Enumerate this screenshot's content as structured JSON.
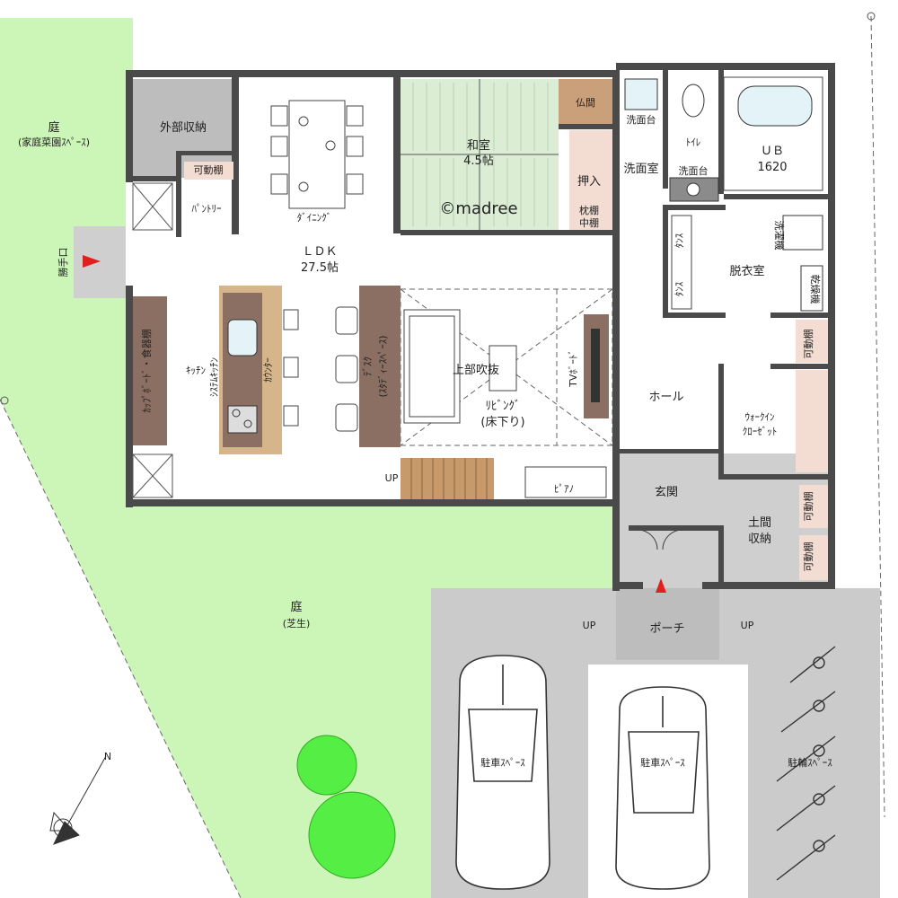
{
  "watermark": "©madree",
  "rooms": {
    "garden_top": "庭",
    "garden_top_sub": "(家庭菜園ｽﾍﾟｰｽ)",
    "outdoor_storage": "外部収納",
    "movable_shelf": "可動棚",
    "pantry": "ﾊﾟﾝﾄﾘｰ",
    "back_door": "勝手口",
    "dining": "ﾀﾞｲﾆﾝｸﾞ",
    "ldk": "ＬＤＫ",
    "ldk_size": "27.5帖",
    "washitsu": "和室",
    "washitsu_size": "4.5帖",
    "butsuma": "仏間",
    "oshiire": "押入",
    "makura_dana": "枕棚",
    "chuu_dana": "中棚",
    "washroom": "洗面室",
    "wash_basin": "洗面台",
    "wash_basin2": "洗面台",
    "toilet": "ﾄｲﾚ",
    "ub": "ＵＢ",
    "ub_size": "1620",
    "washer": "洗濯機",
    "dryer": "乾燥機",
    "tansu": "ﾀﾝｽ",
    "dressing": "脱衣室",
    "cupboard": "ｶｯﾌﾟﾎﾞｰﾄﾞ・食器棚",
    "kitchen": "ｷｯﾁﾝ",
    "system_kitchen": "ｼｽﾃﾑｷｯﾁﾝ",
    "counter": "ｶｳﾝﾀｰ",
    "desk": "ﾃﾞｽｸ",
    "study_space": "(ｽﾀﾃﾞｨｰｽﾍﾟｰｽ)",
    "atrium": "上部吹抜",
    "living": "ﾘﾋﾞﾝｸﾞ",
    "living_note": "(床下り)",
    "tv_board": "TVﾎﾞｰﾄﾞ",
    "piano": "ﾋﾟｱﾉ",
    "up": "UP",
    "hall": "ホール",
    "wic_1": "ｳｫｰｸｲﾝ",
    "wic_2": "ｸﾛｰｾﾞｯﾄ",
    "entrance": "玄関",
    "doma_1": "土間",
    "doma_2": "収納",
    "porch": "ポーチ",
    "garden_bottom": "庭",
    "garden_bottom_sub": "(芝生)",
    "parking1": "駐車ｽﾍﾟｰｽ",
    "parking2": "駐車ｽﾍﾟｰｽ",
    "bike": "駐輪ｽﾍﾟｰｽ",
    "north": "N"
  },
  "colors": {
    "garden": "#ccf5b8",
    "paving": "#cbcbcb",
    "wall": "#4a4a4a",
    "furniture": "#8b6f62",
    "counter_wood": "#d7b58a",
    "butsuma": "#c9a079",
    "oshiire": "#f3dcd2",
    "tatami": "#dcedd5",
    "stairs": "#c89a6b",
    "tree": "#55ee44",
    "arrow": "#e02020"
  }
}
